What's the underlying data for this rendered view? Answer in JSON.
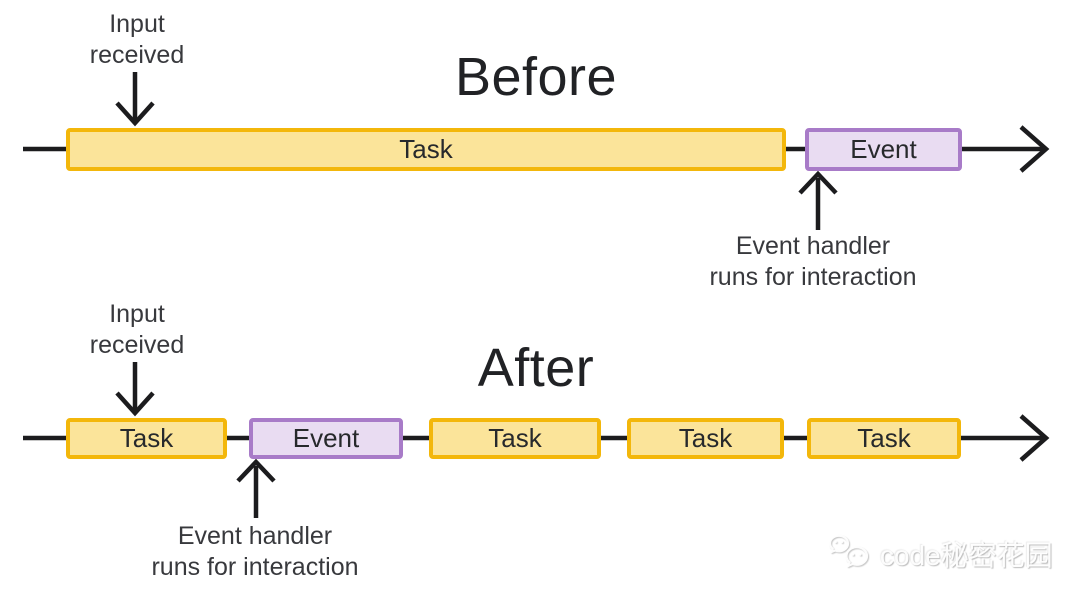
{
  "background": "#FFFFFF",
  "colors": {
    "task_fill": "#FBE49A",
    "task_border": "#F3B70B",
    "event_fill": "#E9DCF2",
    "event_border": "#A87BC8",
    "arrow": "#1C1C1E",
    "annotation_text": "#38393D",
    "title_text": "#212225"
  },
  "before": {
    "title": "Before",
    "input_annotation": {
      "line1": "Input",
      "line2": "received"
    },
    "timeline": {
      "segments": [
        {
          "kind": "task",
          "label": "Task"
        },
        {
          "kind": "event",
          "label": "Event"
        }
      ]
    },
    "handler_annotation": {
      "line1": "Event handler",
      "line2": "runs for interaction"
    }
  },
  "after": {
    "title": "After",
    "input_annotation": {
      "line1": "Input",
      "line2": "received"
    },
    "timeline": {
      "segments": [
        {
          "kind": "task",
          "label": "Task"
        },
        {
          "kind": "event",
          "label": "Event"
        },
        {
          "kind": "task",
          "label": "Task"
        },
        {
          "kind": "task",
          "label": "Task"
        },
        {
          "kind": "task",
          "label": "Task"
        }
      ]
    },
    "handler_annotation": {
      "line1": "Event handler",
      "line2": "runs for interaction"
    }
  },
  "watermark": {
    "icon": "wechat-icon",
    "label": "code秘密花园"
  }
}
